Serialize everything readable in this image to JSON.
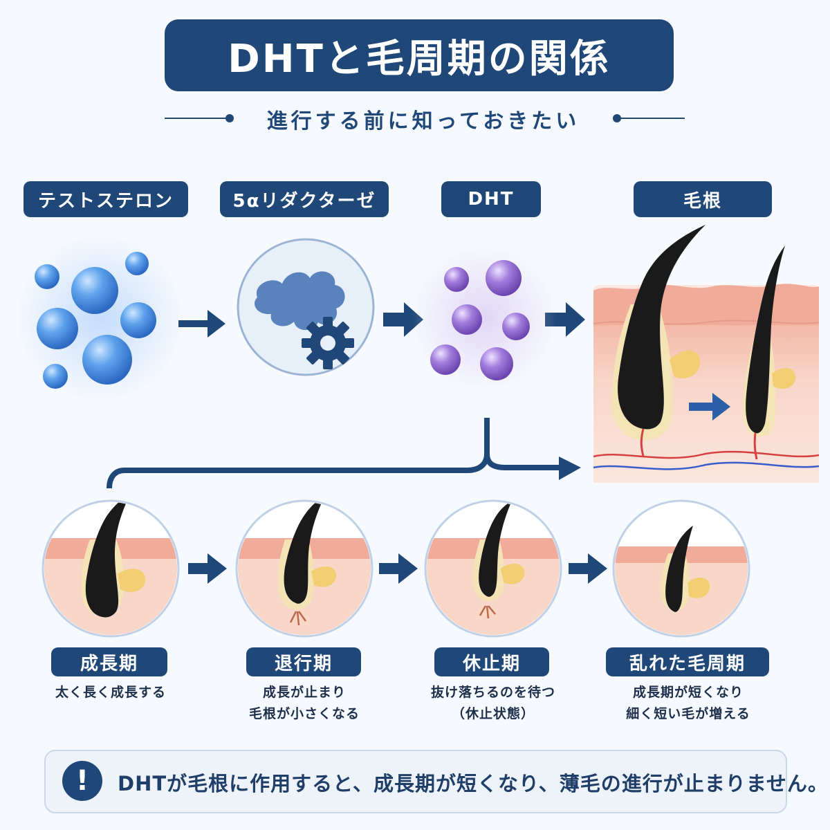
{
  "header": {
    "title": "DHTと毛周期の関係",
    "subtitle": "進行する前に知っておきたい"
  },
  "process": [
    {
      "label": "テストステロン"
    },
    {
      "label": "5αリダクターゼ"
    },
    {
      "label": "DHT"
    },
    {
      "label": "毛根"
    }
  ],
  "cycle": [
    {
      "label": "成長期",
      "caption": [
        "太く長く成長する"
      ]
    },
    {
      "label": "退行期",
      "caption": [
        "成長が止まり",
        "毛根が小さくなる"
      ]
    },
    {
      "label": "休止期",
      "caption": [
        "抜け落ちるのを待つ",
        "（休止状態）"
      ]
    },
    {
      "label": "乱れた毛周期",
      "caption": [
        "成長期が短くなり",
        "細く短い毛が増える"
      ]
    }
  ],
  "notice": {
    "icon": "exclamation-icon",
    "text": "DHTが毛根に作用すると、成長期が短くなり、薄毛の進行が止まりません。"
  },
  "colors": {
    "navy": "#1f4878",
    "testosterone": "#4a90e0",
    "dht": "#9068cc",
    "skin": "#f7d2c4",
    "hair": "#222222"
  }
}
